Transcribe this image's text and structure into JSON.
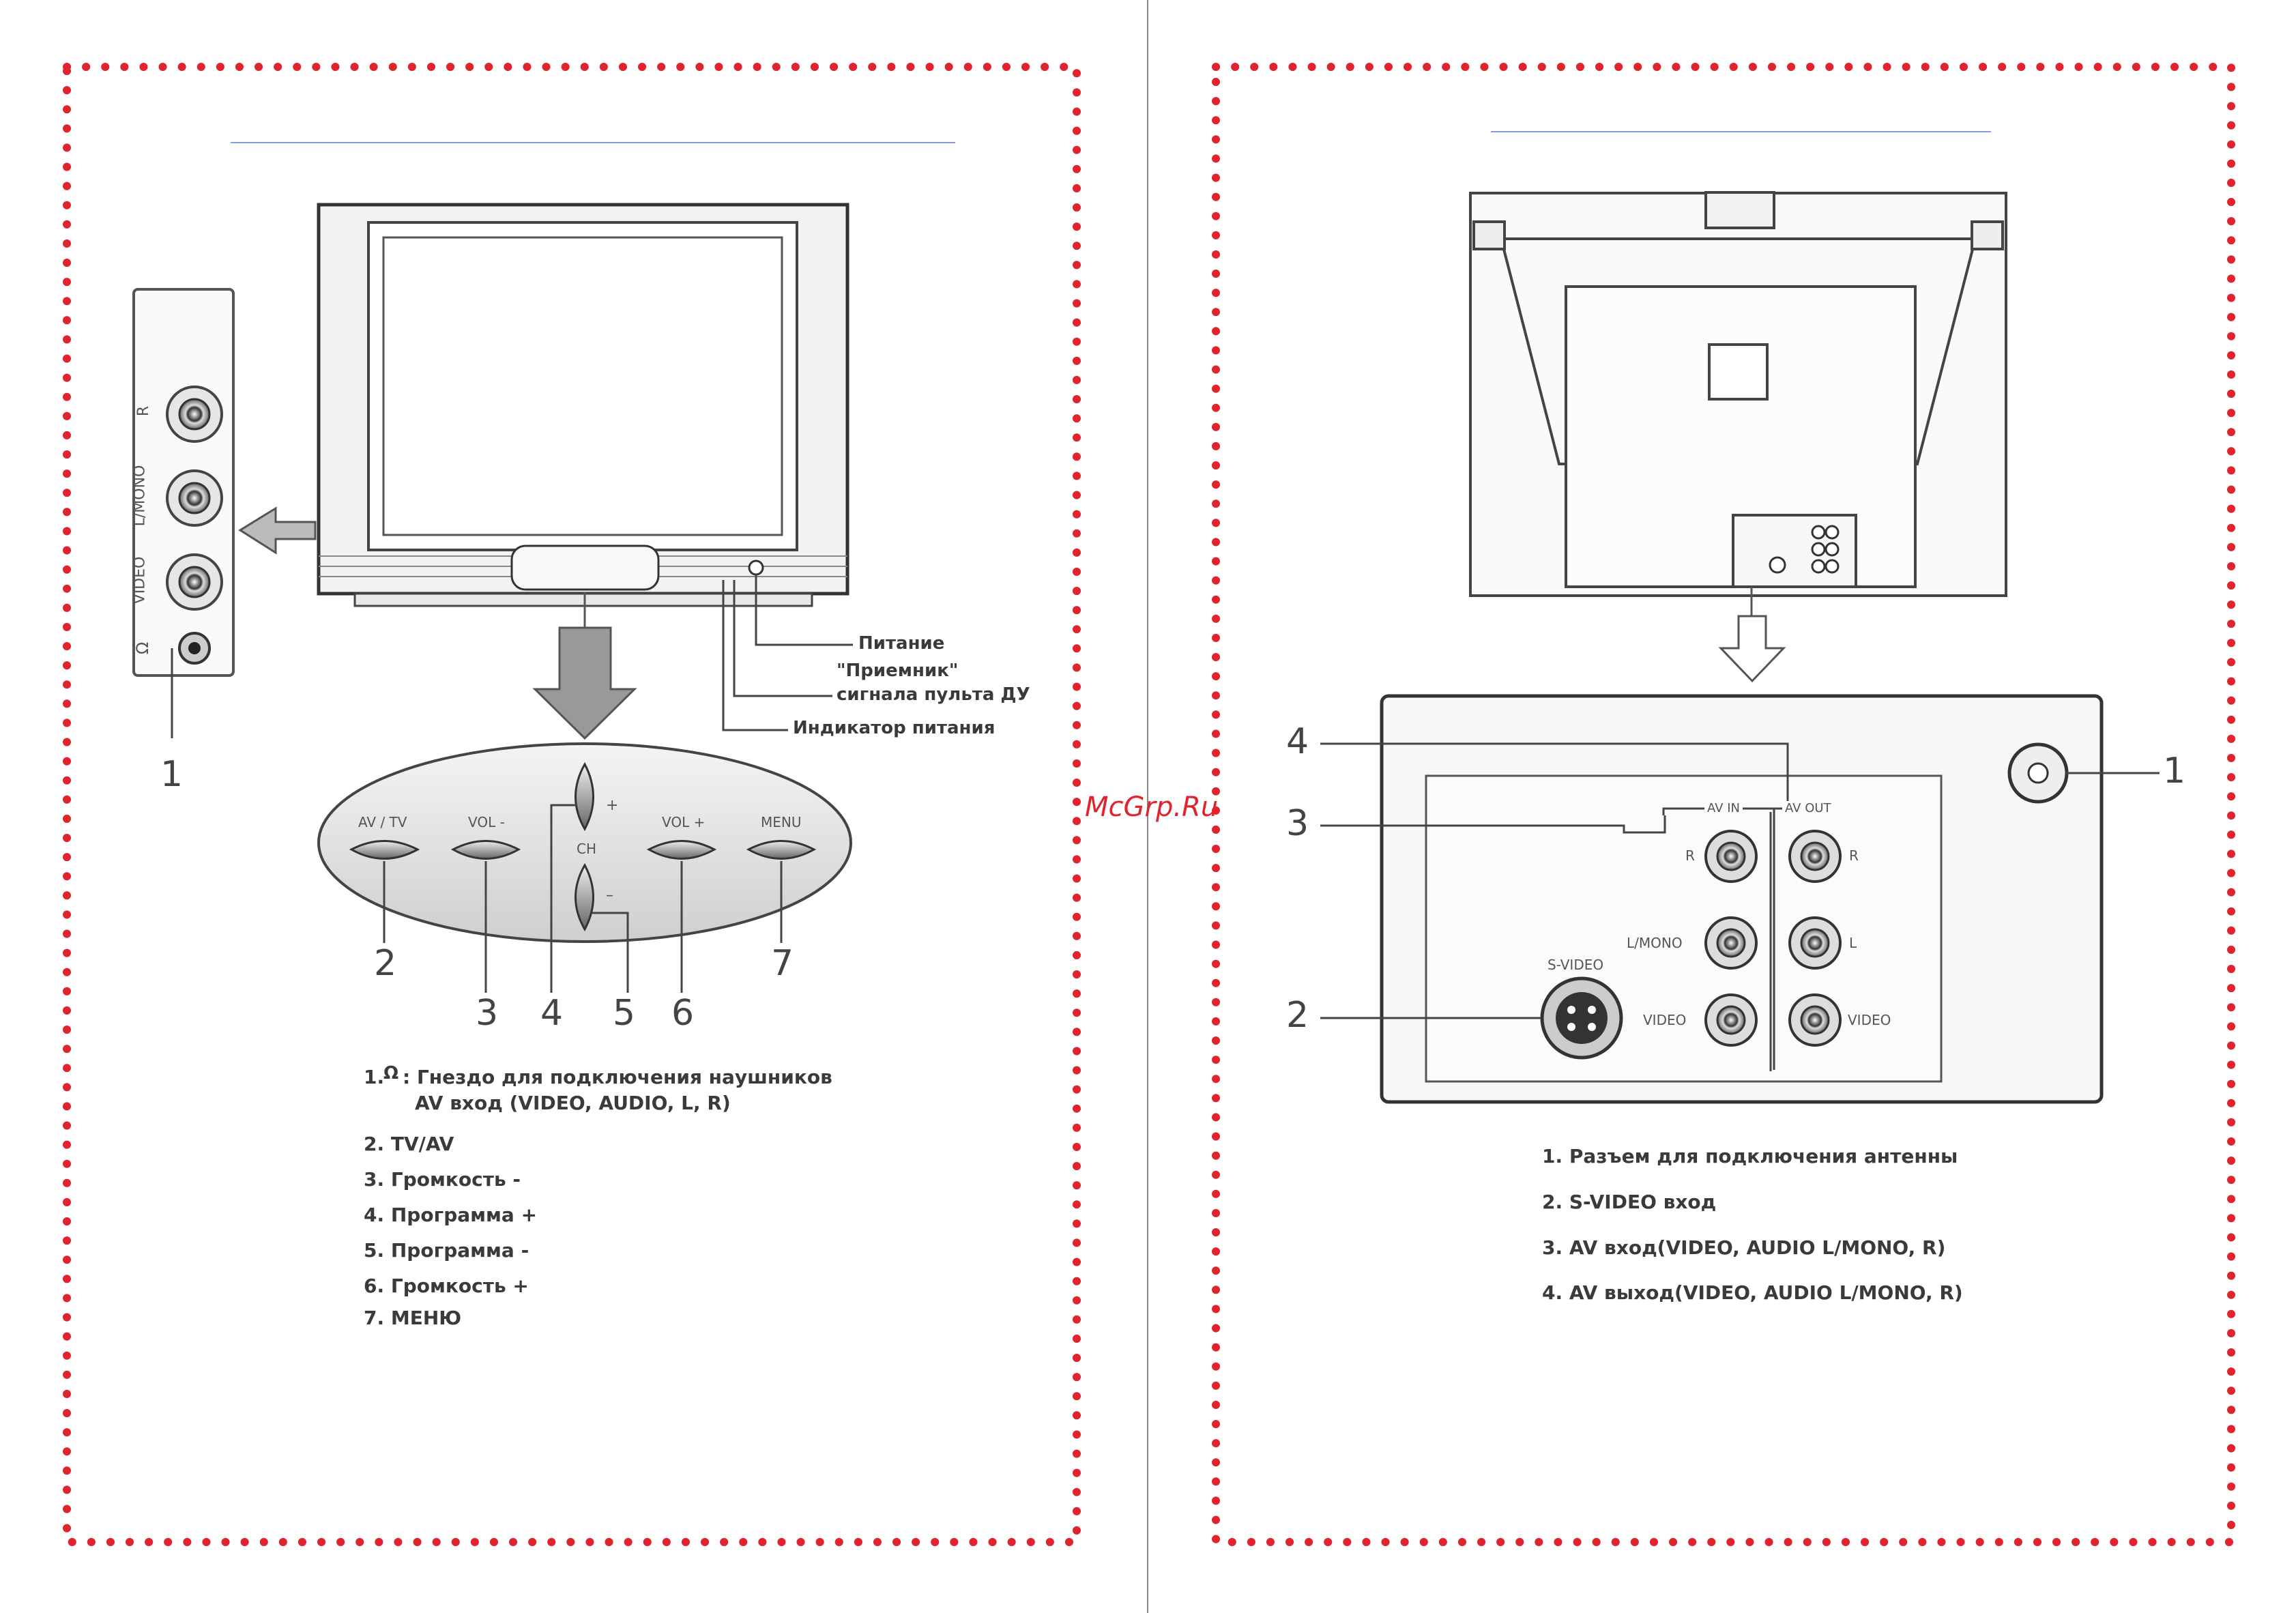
{
  "watermark": "McGrp.Ru",
  "left_page": {
    "side_panel": {
      "labels": [
        "R",
        "L/MONO",
        "VIDEO"
      ],
      "headphone_glyph": "Ω",
      "callout": "1"
    },
    "tv_callouts": {
      "power": "Питание",
      "receiver_line1": "\"Приемник\"",
      "receiver_line2": "сигнала пульта ДУ",
      "indicator": "Индикатор питания"
    },
    "control_panel": {
      "buttons": [
        "AV / TV",
        "VOL -",
        "VOL +",
        "MENU"
      ],
      "ch_label": "CH",
      "plus": "+",
      "minus": "–"
    },
    "callout_numbers": [
      "2",
      "3",
      "4",
      "5",
      "6",
      "7"
    ],
    "legend": {
      "item1_prefix": "1.",
      "item1_line1": ": Гнездо для подключения наушников",
      "item1_line2": "AV вход (VIDEO, AUDIO, L, R)",
      "items": [
        "2. TV/AV",
        "3. Громкость -",
        "4. Программа +",
        "5. Программа -",
        "6. Громкость +",
        "7. МЕНЮ"
      ]
    }
  },
  "right_page": {
    "panel_labels": {
      "av_in": "AV IN",
      "av_out": "AV OUT",
      "r_in": "R",
      "r_out": "R",
      "lmono_in": "L/MONO",
      "l_out": "L",
      "video_in": "VIDEO",
      "video_out": "VIDEO",
      "svideo": "S-VIDEO"
    },
    "callout_numbers": [
      "1",
      "2",
      "3",
      "4"
    ],
    "legend": [
      "1. Разъем для подключения антенны",
      "2. S-VIDEO вход",
      "3. AV вход(VIDEO, AUDIO L/MONO, R)",
      "4. AV выход(VIDEO, AUDIO L/MONO, R)"
    ]
  },
  "colors": {
    "dots": "#e0242e",
    "rule": "#8a9bd8",
    "ink": "#333333"
  }
}
